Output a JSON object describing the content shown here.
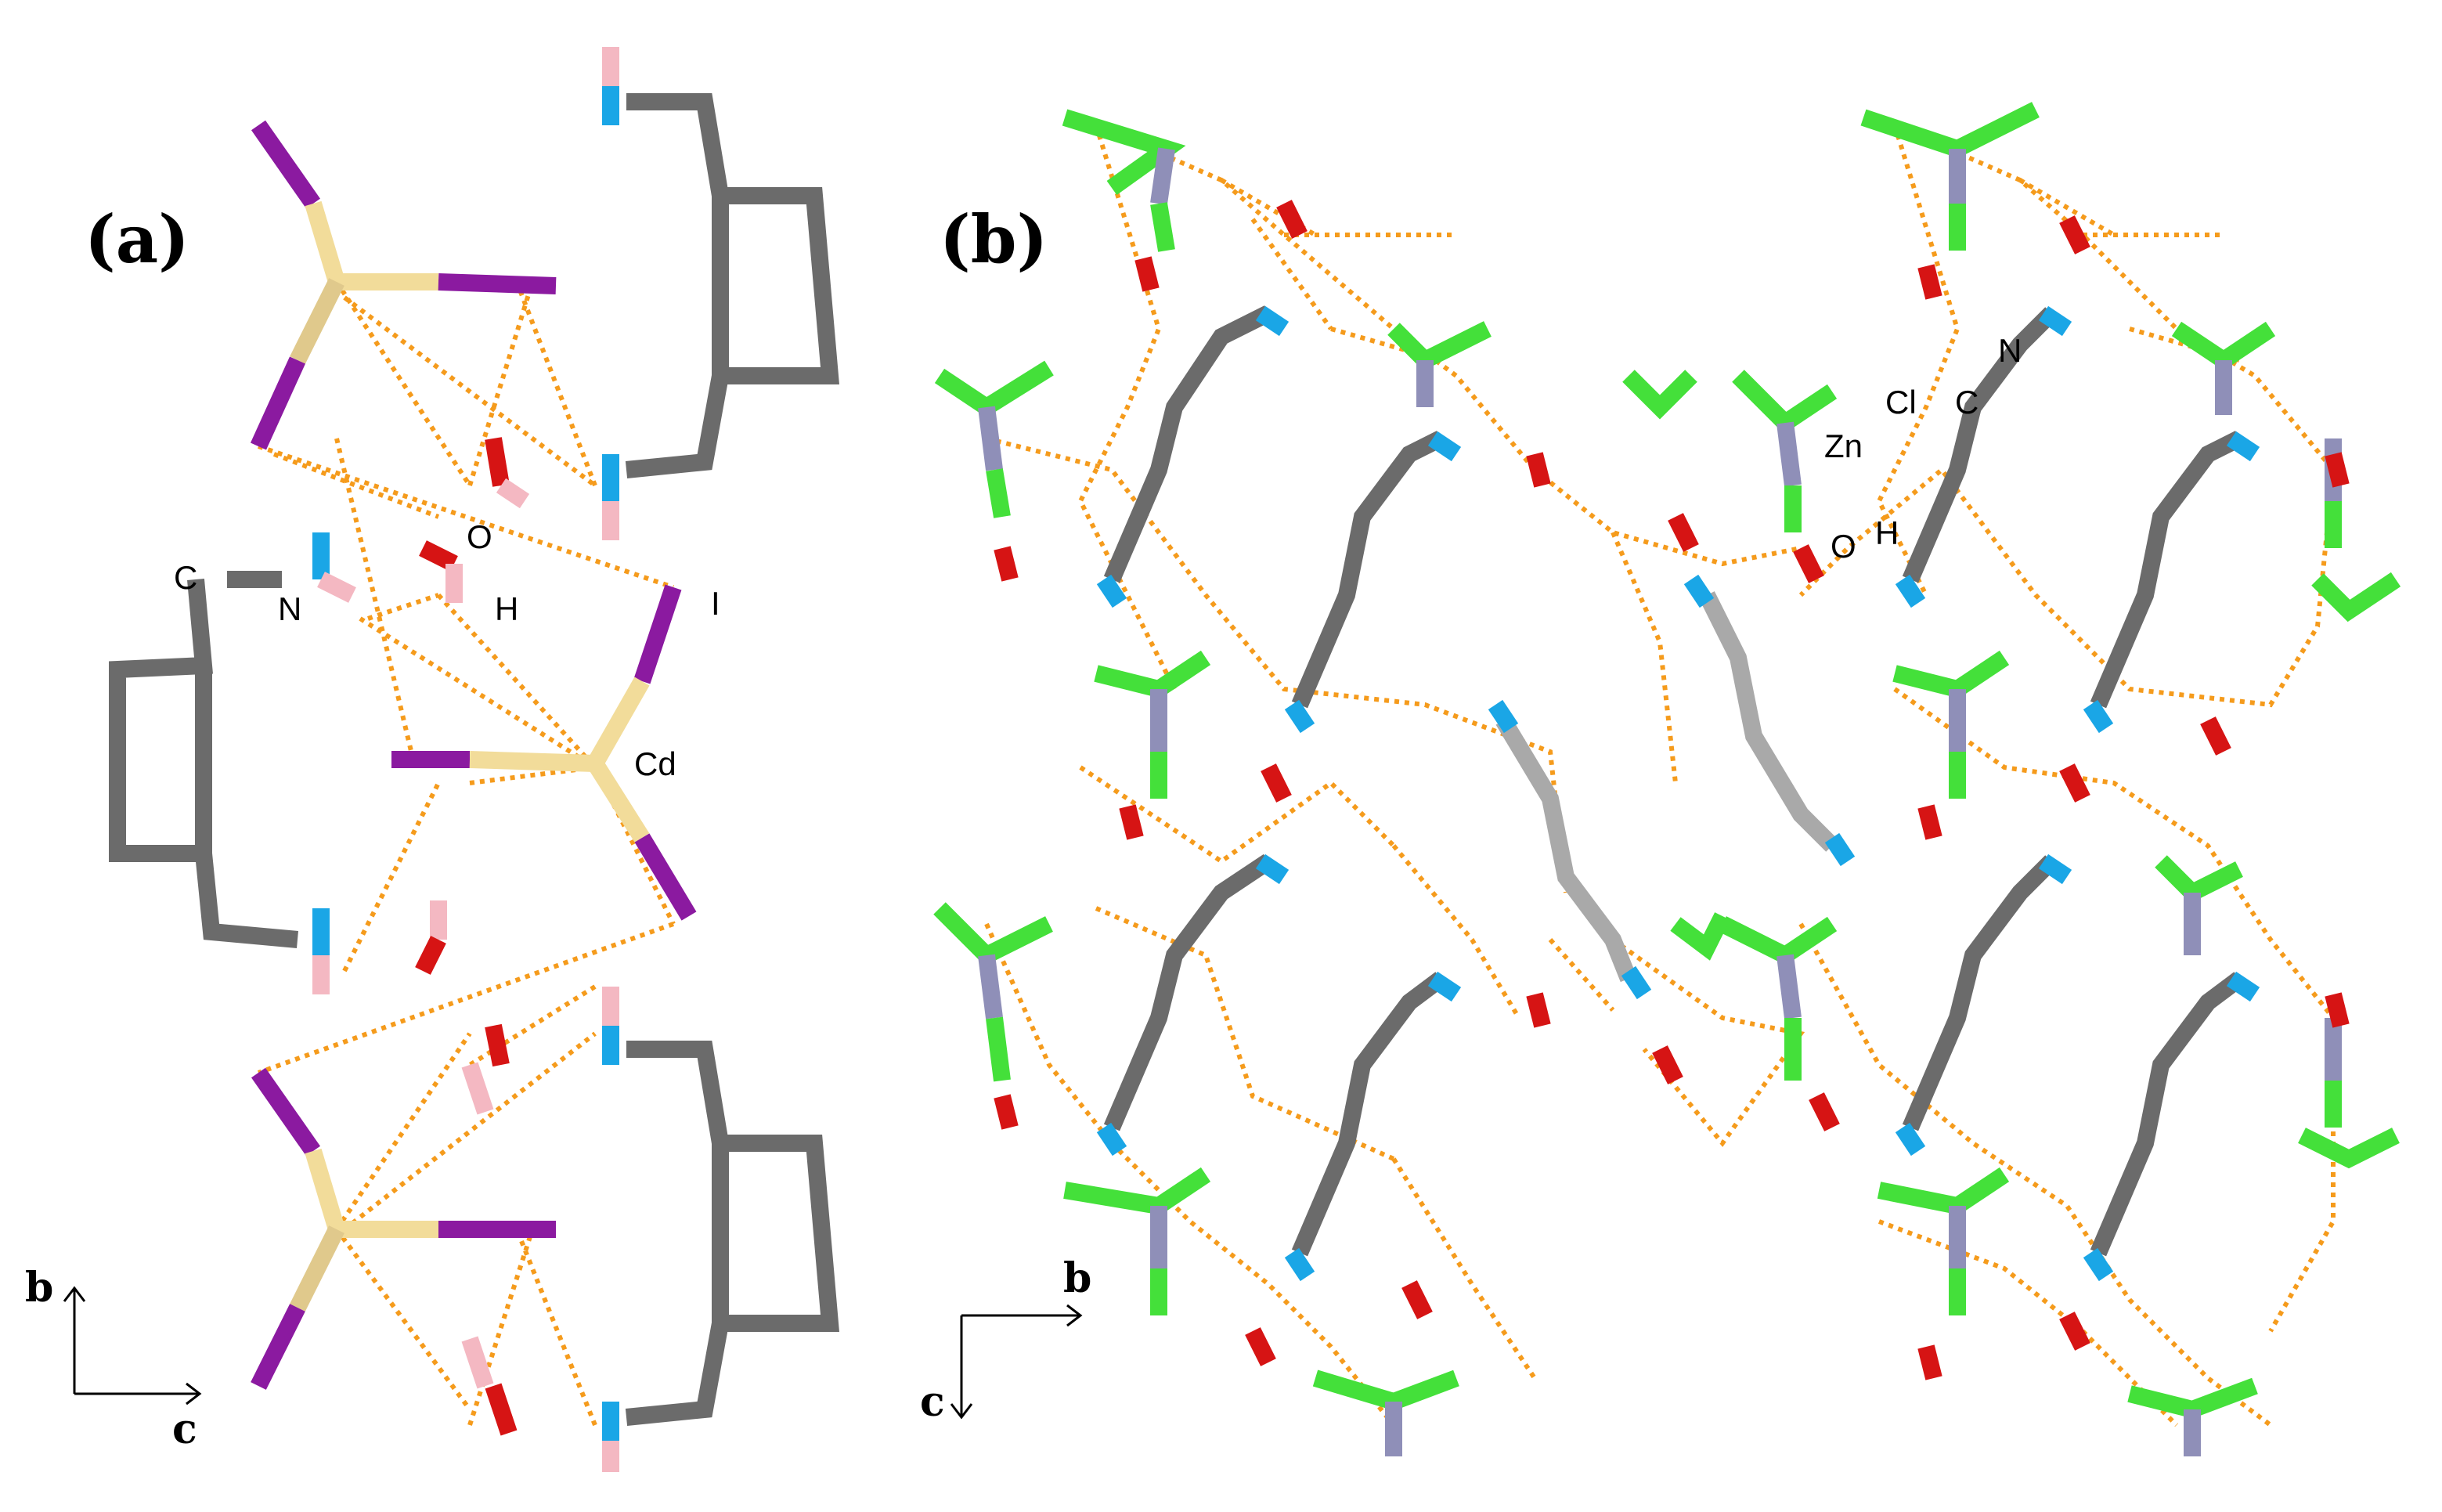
{
  "panels": [
    {
      "letter": "(a)",
      "atom_labels": {
        "O": "O",
        "C": "C",
        "N": "N",
        "H": "H",
        "I": "I",
        "Cd": "Cd"
      },
      "axes": {
        "vertical": "b",
        "horizontal": "c"
      }
    },
    {
      "letter": "(b)",
      "atom_labels": {
        "Cl": "Cl",
        "C": "C",
        "N": "N",
        "Zn": "Zn",
        "O": "O",
        "H": "H"
      },
      "axes": {
        "horizontal": "b",
        "vertical": "c"
      }
    }
  ],
  "colors": {
    "carbon": "#6b6b6b",
    "carbon_light": "#a9a9a9",
    "nitrogen": "#1aa6e6",
    "oxygen": "#d61414",
    "hydrogen": "#f4b8c2",
    "iodine": "#8b1aa0",
    "cadmium": "#f2dc9a",
    "zinc": "#8f8fb8",
    "chlorine": "#44e03a",
    "hbond": "#f59b1c"
  }
}
